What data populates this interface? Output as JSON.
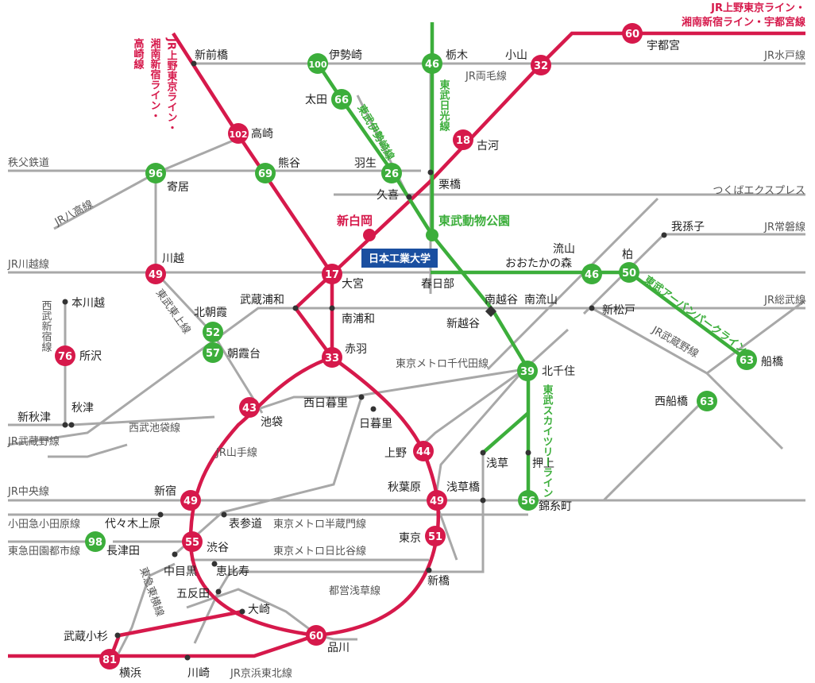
{
  "badges": {
    "b60a": "60",
    "b100": "100",
    "b46a": "46",
    "b32": "32",
    "b66": "66",
    "b102": "102",
    "b18": "18",
    "b96": "96",
    "b69": "69",
    "b26": "26",
    "b49a": "49",
    "b17": "17",
    "b46b": "46",
    "b50": "50",
    "b76": "76",
    "b52": "52",
    "b57": "57",
    "b33": "33",
    "b39": "39",
    "b63a": "63",
    "b43": "43",
    "b63b": "63",
    "b44": "44",
    "b49b": "49",
    "b56": "56",
    "b49c": "49",
    "b98": "98",
    "b55": "55",
    "b51": "51",
    "b60b": "60",
    "b81": "81"
  },
  "stations": {
    "shinmaebashi": "新前橋",
    "isesaki": "伊勢崎",
    "tochigi": "栃木",
    "oyama": "小山",
    "utsunomiya": "宇都宮",
    "ota": "太田",
    "takasaki": "高崎",
    "koga": "古河",
    "kumagaya": "熊谷",
    "hanyu": "羽生",
    "yorii": "寄居",
    "kuki": "久喜",
    "kurihashi": "栗橋",
    "shinshiraoka": "新白岡",
    "tobu_dobutsu_koen": "東武動物公園",
    "abiko": "我孫子",
    "kawagoe": "川越",
    "nagareyama": "流山",
    "otakanomori": "おおたかの森",
    "kashiwa": "柏",
    "omiya": "大宮",
    "kasukabe": "春日部",
    "honkawagoe": "本川越",
    "kitaasaka": "北朝霞",
    "musashiurawa": "武蔵浦和",
    "minamikoshigaya": "南越谷",
    "minaminagareyama": "南流山",
    "shinkoshigaya": "新越谷",
    "shinmatsudo": "新松戸",
    "minamiurawa": "南浦和",
    "tokorozawa": "所沢",
    "asakadai": "朝霞台",
    "akabane": "赤羽",
    "kitasenju": "北千住",
    "funabashi": "船橋",
    "nishinippori": "西日暮里",
    "nishifunabashi": "西船橋",
    "akitsu": "秋津",
    "shinakitsu": "新秋津",
    "ikebukuro": "池袋",
    "nippori": "日暮里",
    "ueno": "上野",
    "asakusa": "浅草",
    "oshiage": "押上",
    "shinjuku": "新宿",
    "akihabara": "秋葉原",
    "asakusabashi": "浅草橋",
    "kinshicho": "錦糸町",
    "yoyogiuehara": "代々木上原",
    "omotesando": "表参道",
    "shibuya": "渋谷",
    "nagatsuta": "長津田",
    "tokyo": "東京",
    "nakameguro": "中目黒",
    "ebisu": "恵比寿",
    "shinbashi": "新橋",
    "gotanda": "五反田",
    "osaki": "大崎",
    "musashikosugi": "武蔵小杉",
    "shinagawa": "品川",
    "yokohama": "横浜",
    "kawasaki": "川崎"
  },
  "lines": {
    "jr_ueno_tokyo_1": "JR上野東京ライン・",
    "jr_ueno_tokyo_2": "湘南新宿ライン・宇都宮線",
    "jr_mito": "JR水戸線",
    "jr_ryomo": "JR両毛線",
    "tobu_nikko": "東武日光線",
    "tobu_isesaki": "東武伊勢崎線",
    "takasaki_line_1": "JR上野東京ライン・",
    "takasaki_line_2": "湘南新宿ライン・",
    "takasaki_line_3": "高崎線",
    "chichibu": "秩父鉄道",
    "jr_hachiko": "JR八高線",
    "tsukuba": "つくばエクスプレス",
    "jr_joban": "JR常磐線",
    "jr_kawagoe": "JR川越線",
    "tobu_urban_park": "東武アーバンパークライン",
    "tobu_tojo": "東武東上線",
    "seibu_shinjuku": "西武新宿線",
    "jr_sobu": "JR総武線",
    "jr_musashino_right": "JR武蔵野線",
    "tokyo_metro_chiyoda": "東京メトロ千代田線",
    "tobu_skytree": "東武スカイツリーライン",
    "seibu_ikebukuro": "西武池袋線",
    "jr_musashino_left": "JR武蔵野線",
    "jr_yamanote": "JR山手線",
    "jr_chuo": "JR中央線",
    "odakyu": "小田急小田原線",
    "tokyo_metro_hanzomon": "東京メトロ半蔵門線",
    "tokyu_denentoshi": "東急田園都市線",
    "tokyo_metro_hibiya": "東京メトロ日比谷線",
    "tokyu_toyoko": "東急東横線",
    "toei_asakusa": "都営浅草線",
    "jr_keihin_tohoku": "JR京浜東北線"
  },
  "university": "日本工業大学",
  "colors": {
    "red": "#d6194b",
    "green": "#3cae3b",
    "gray": "#a8a8a8",
    "university": "#1a4fa0"
  }
}
